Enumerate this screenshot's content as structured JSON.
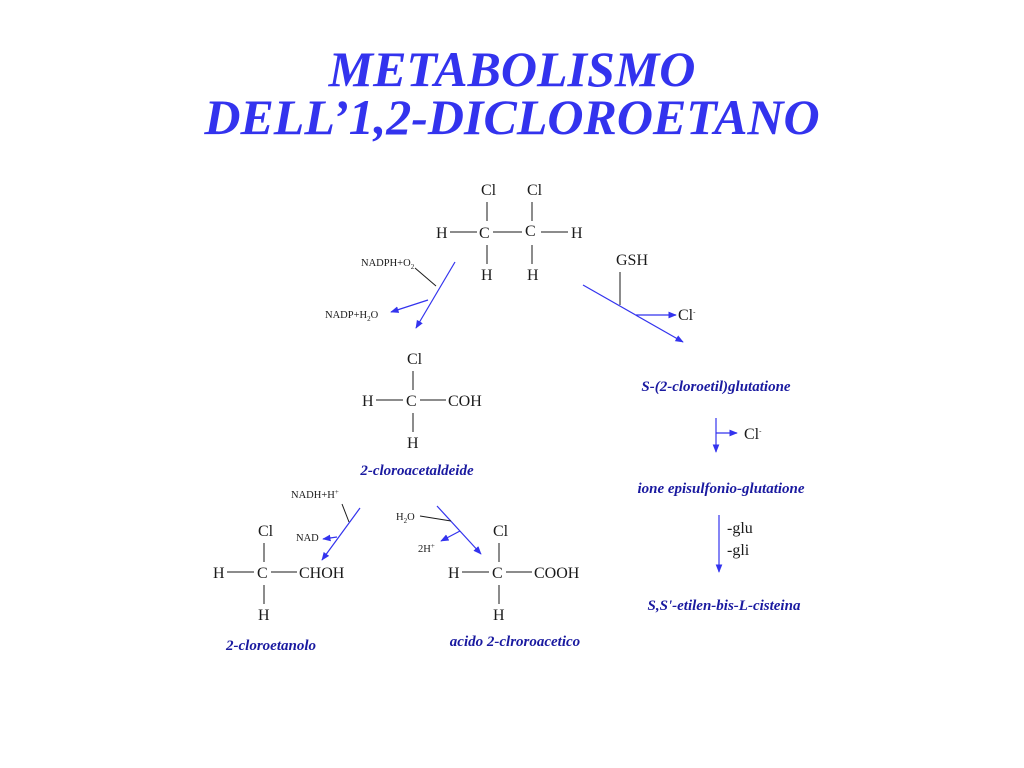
{
  "title": {
    "line1": "METABOLISMO",
    "line2": "DELL’1,2-DICLOROETANO"
  },
  "colors": {
    "title": "#3333ee",
    "arrow": "#3333ee",
    "name": "#1a1aa0",
    "ink": "#1a1a1a"
  },
  "dichloroethane": {
    "cl1": "Cl",
    "cl2": "Cl",
    "h_left": "H",
    "c1": "C",
    "c2": "C",
    "h_right": "H",
    "h_bottom1": "H",
    "h_bottom2": "H"
  },
  "oxidation_step": {
    "reagent_in": {
      "main": "NADPH+O",
      "sub": "2"
    },
    "reagent_out": {
      "pre": "NADP+H",
      "sub": "2",
      "post": "O"
    }
  },
  "conjugation_step": {
    "reagent_in": "GSH",
    "released": {
      "main": "Cl",
      "sup": "-"
    }
  },
  "chloroacetaldehyde": {
    "cl": "Cl",
    "h_left": "H",
    "c": "C",
    "group": "COH",
    "h_bottom": "H",
    "name": "2-cloroacetaldeide"
  },
  "glutathione_path": {
    "name1": "S-(2-cloroetil)glutatione",
    "released": {
      "main": "Cl",
      "sup": "-"
    },
    "name2": "ione episulfonio-glutatione",
    "loss1": "-glu",
    "loss2": "-gli",
    "name3": "S,S'-etilen-bis-L-cisteina"
  },
  "reduction_step": {
    "reagent_in": {
      "main": "NADH+H",
      "sup": "+"
    },
    "reagent_out": "NAD"
  },
  "chloroethanol": {
    "cl": "Cl",
    "h_left": "H",
    "c": "C",
    "group": "CHOH",
    "h_bottom": "H",
    "name": "2-cloroetanolo"
  },
  "acid_step": {
    "reagent_in": {
      "pre": "H",
      "sub": "2",
      "post": "O"
    },
    "reagent_out": {
      "main": "2H",
      "sup": "+"
    }
  },
  "chloroacetic_acid": {
    "cl": "Cl",
    "h_left": "H",
    "c": "C",
    "group": "COOH",
    "h_bottom": "H",
    "name": "acido 2-clroroacetico"
  }
}
